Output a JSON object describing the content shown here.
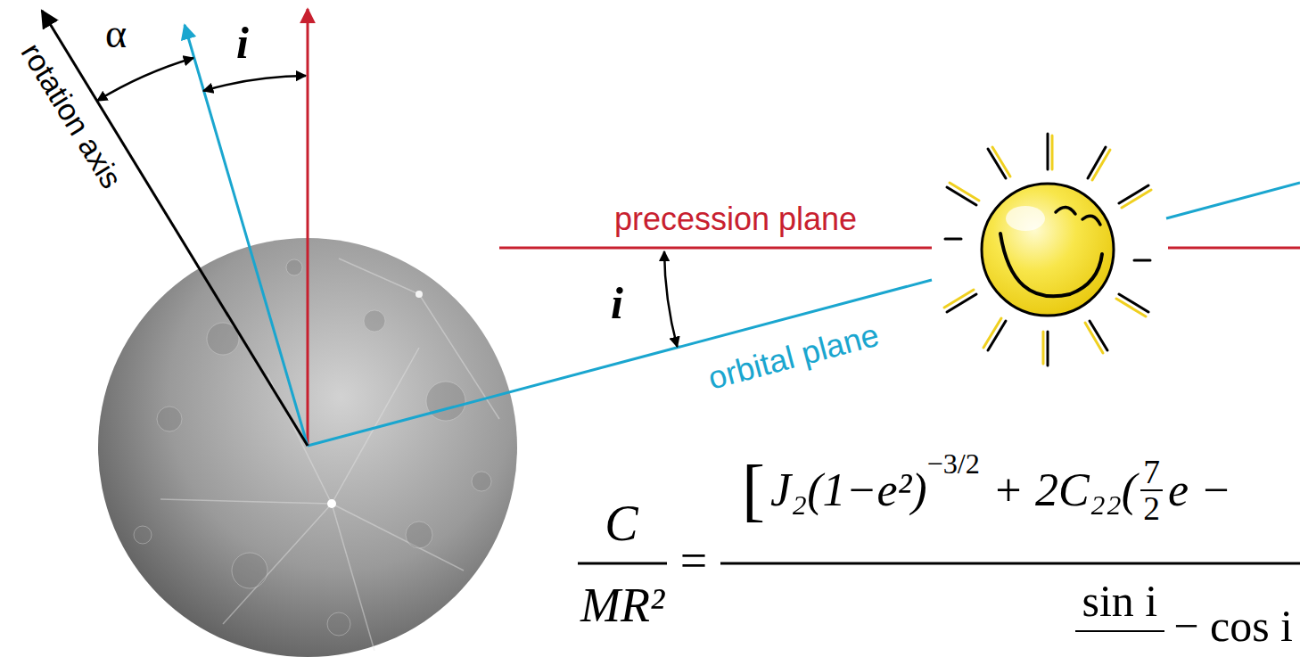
{
  "diagram": {
    "labels": [
      "rotation axis",
      "α",
      "i",
      "precession plane",
      "i",
      "orbital plane",
      "C",
      "MR²",
      "=",
      "[",
      "J₂(1−e²)",
      "−3/2",
      "+ 2C₂₂(",
      "7",
      "2",
      "e −",
      "sin i",
      "− cos i"
    ]
  }
}
